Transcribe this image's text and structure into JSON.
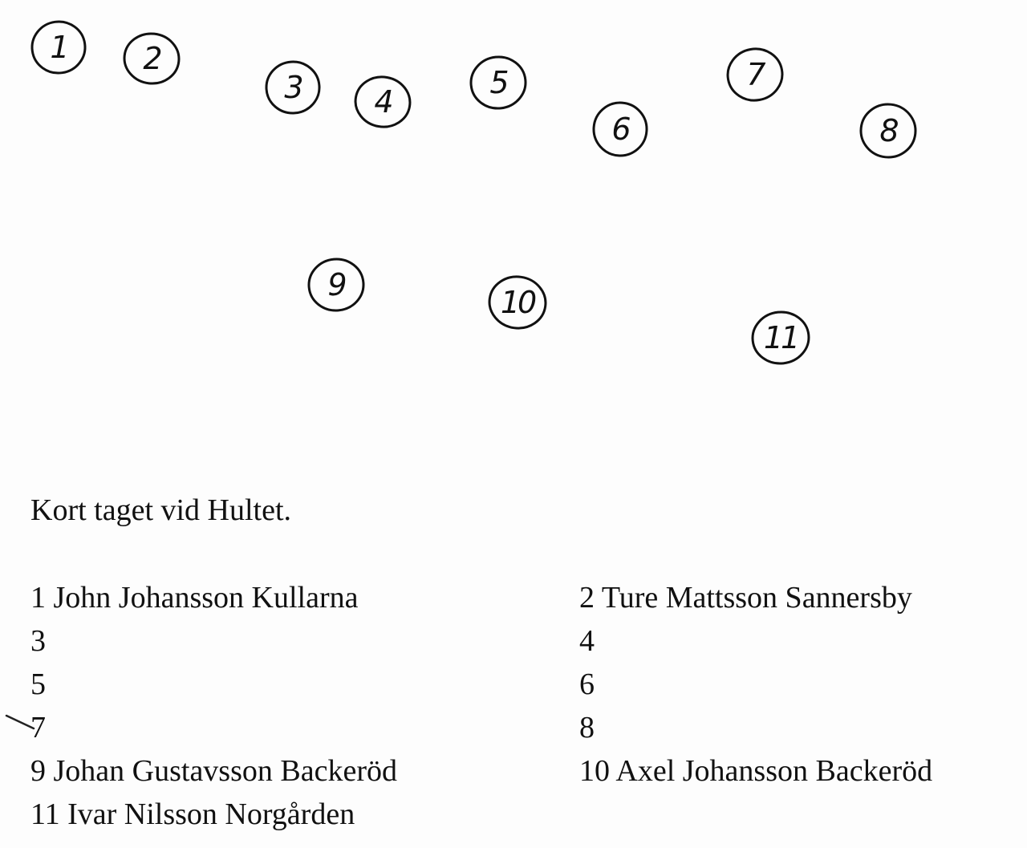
{
  "markers": [
    "1",
    "2",
    "3",
    "4",
    "5",
    "6",
    "7",
    "8",
    "9",
    "10",
    "11"
  ],
  "caption": "Kort taget vid Hultet.",
  "legend": {
    "rows": [
      {
        "left": "1 John Johansson Kullarna",
        "right": "2 Ture Mattsson Sannersby"
      },
      {
        "left": "3",
        "right": "4"
      },
      {
        "left": "5",
        "right": "6"
      },
      {
        "left": "7",
        "right": "8"
      },
      {
        "left": "9 Johan Gustavsson Backeröd",
        "right": "10 Axel Johansson Backeröd"
      },
      {
        "left": "11 Ivar Nilsson Norgården",
        "right": ""
      }
    ]
  }
}
